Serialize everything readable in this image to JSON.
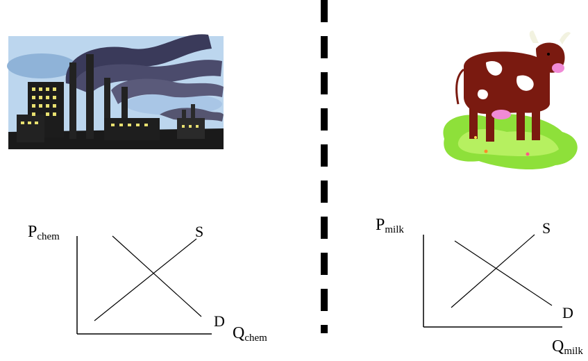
{
  "left_panel": {
    "illustration": "factory-smoke-illustration",
    "price_axis": {
      "main": "P",
      "sub": "chem"
    },
    "quantity_axis": {
      "main": "Q",
      "sub": "chem"
    },
    "supply_label": "S",
    "demand_label": "D"
  },
  "right_panel": {
    "illustration": "cow-illustration",
    "price_axis": {
      "main": "P",
      "sub": "milk"
    },
    "quantity_axis": {
      "main": "Q",
      "sub": "milk"
    },
    "supply_label": "S",
    "demand_label": "D"
  },
  "divider": {
    "style": "dashed",
    "color": "#000000"
  }
}
